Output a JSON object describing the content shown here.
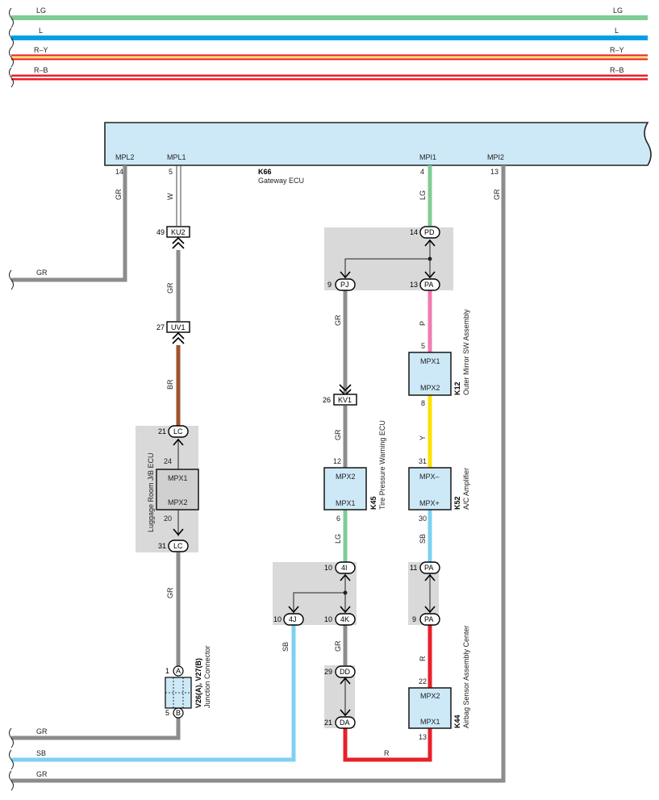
{
  "buses": {
    "lg": "LG",
    "l": "L",
    "ry": "R–Y",
    "rb": "R–B"
  },
  "gateway": {
    "code": "K66",
    "name": "Gateway ECU",
    "pins": {
      "mpl2": "MPL2",
      "mpl1": "MPL1",
      "mpi1": "MPI1",
      "mpi2": "MPI2",
      "n14": "14",
      "n5": "5",
      "n4": "4",
      "n13": "13"
    }
  },
  "wires": {
    "gr": "GR",
    "w": "W",
    "br": "BR",
    "lg": "LG",
    "p": "P",
    "y": "Y",
    "sb": "SB",
    "r": "R"
  },
  "connectors": {
    "ku2": "KU2",
    "ku2_pin": "49",
    "uv1": "UV1",
    "uv1_pin": "27",
    "kv1": "KV1",
    "kv1_pin": "26",
    "pd": "PD",
    "pd_pin": "14",
    "pj": "PJ",
    "pj_pin": "9",
    "pa": "PA",
    "pa_pin": "13",
    "lc": "LC",
    "lc_top_pin": "21",
    "lc_bot_pin": "31",
    "i4": "4I",
    "i4_pin": "10",
    "j4": "4J",
    "j4_pin": "10",
    "k4": "4K",
    "k4_pin": "10",
    "pa2": "PA",
    "pa2_pin": "11",
    "pa3": "PA",
    "pa3_pin": "9",
    "dd": "DD",
    "dd_pin": "29",
    "da": "DA",
    "da_pin": "21",
    "jc_a": "A",
    "jc_a_pin": "1",
    "jc_b": "B",
    "jc_b_pin": "5"
  },
  "components": {
    "luggage": {
      "name": "Luggage Room J/B ECU",
      "mpx1": "MPX1",
      "mpx2": "MPX2",
      "pin_in": "24",
      "pin_out": "20"
    },
    "k45": {
      "code": "K45",
      "name": "Tire Pressure Warning ECU",
      "top": "MPX2",
      "bottom": "MPX1",
      "pin_top": "12",
      "pin_bot": "6"
    },
    "k12": {
      "code": "K12",
      "name": "Outer Mirror SW Assembly",
      "top": "MPX1",
      "bottom": "MPX2",
      "pin_top": "5",
      "pin_bot": "8"
    },
    "k52": {
      "code": "K52",
      "name": "A/C Amplifier",
      "top": "MPX–",
      "bottom": "MPX+",
      "pin_top": "31",
      "pin_bot": "30"
    },
    "k44": {
      "code": "K44",
      "name": "Airbag Sensor Assembly Center",
      "top": "MPX2",
      "bottom": "MPX1",
      "pin_top": "22",
      "pin_bot": "13"
    },
    "jconn": {
      "code": "V26(A), V27(B)",
      "name": "Junction Connector"
    }
  },
  "colors": {
    "lg": "#7fcc95",
    "l": "#00a0e9",
    "gr": "#8c8c8c",
    "br": "#a0522d",
    "p": "#f07cb0",
    "y": "#ffe000",
    "sb": "#7fd0f0",
    "r": "#e8202a",
    "ry_fill": "#ffe07a"
  }
}
